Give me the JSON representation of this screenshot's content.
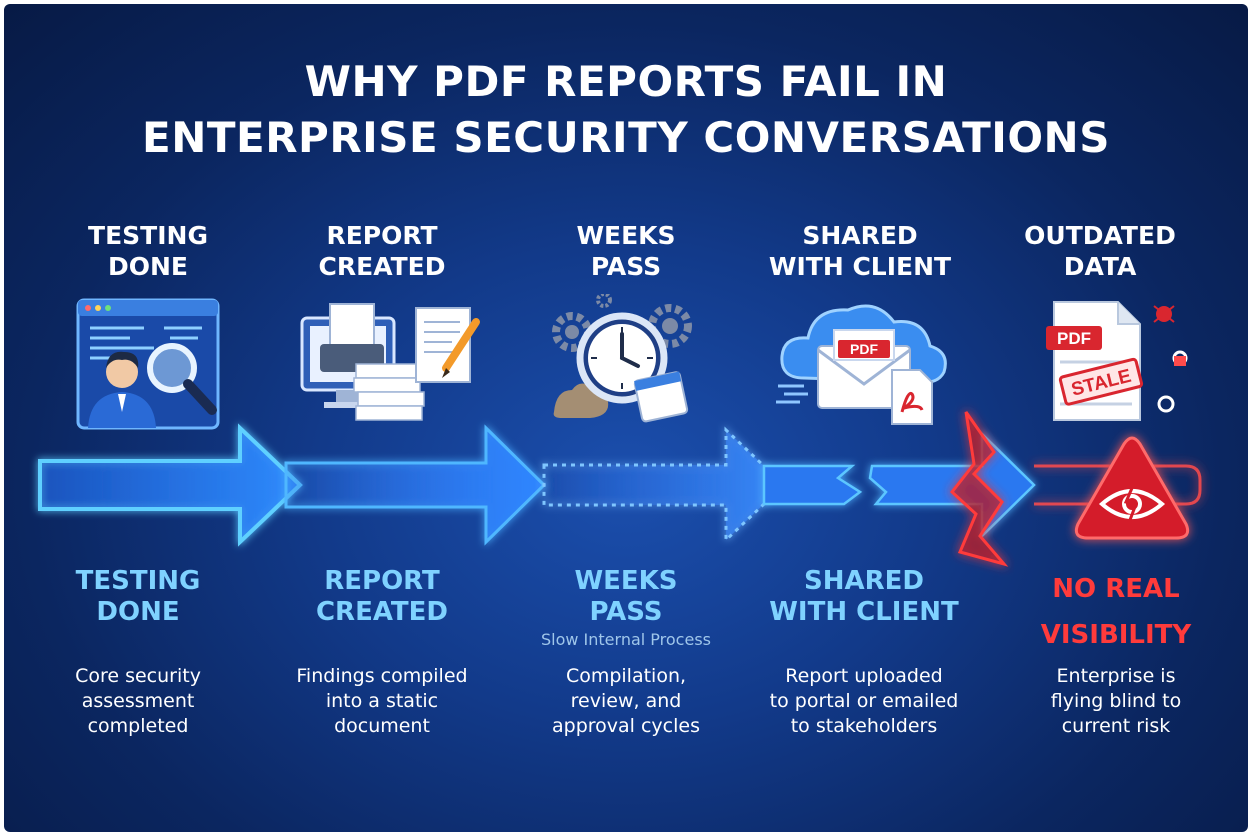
{
  "title_line1": "WHY PDF REPORTS FAIL IN",
  "title_line2": "ENTERPRISE SECURITY CONVERSATIONS",
  "steps": [
    {
      "top_line1": "TESTING",
      "top_line2": "DONE",
      "label_line1": "TESTING",
      "label_line2": "DONE",
      "sub": "",
      "desc_lines": [
        "Core security",
        "assessment",
        "completed"
      ]
    },
    {
      "top_line1": "REPORT",
      "top_line2": "CREATED",
      "label_line1": "REPORT",
      "label_line2": "CREATED",
      "sub": "",
      "desc_lines": [
        "Findings compiled",
        "into a static",
        "document"
      ]
    },
    {
      "top_line1": "WEEKS",
      "top_line2": "PASS",
      "label_line1": "WEEKS",
      "label_line2": "PASS",
      "sub": "Slow Internal Process",
      "desc_lines": [
        "Compilation,",
        "review, and",
        "approval cycles"
      ]
    },
    {
      "top_line1": "SHARED",
      "top_line2": "WITH CLIENT",
      "label_line1": "SHARED",
      "label_line2": "WITH CLIENT",
      "sub": "",
      "desc_lines": [
        "Report uploaded",
        "to portal or emailed",
        "to stakeholders"
      ]
    },
    {
      "top_line1": "OUTDATED",
      "top_line2": "DATA",
      "label_line1": "NO REAL",
      "label_line2": "VISIBILITY",
      "sub": "",
      "desc_lines": [
        "Enterprise is",
        "flying blind to",
        "current risk"
      ]
    }
  ],
  "icons": {
    "pdf_badge_1": "PDF",
    "pdf_badge_2": "PDF",
    "stale_stamp": "STALE",
    "names": [
      "tester-laptop-icon",
      "report-printer-icon",
      "clock-gears-calendar-icon",
      "cloud-email-pdf-icon",
      "stale-pdf-icon",
      "warning-eye-icon"
    ]
  },
  "colors": {
    "accent_blue": "#39b9ff",
    "label_blue": "#7fd2ff",
    "alert_red": "#ff3b3b",
    "background": "#0b2660"
  }
}
